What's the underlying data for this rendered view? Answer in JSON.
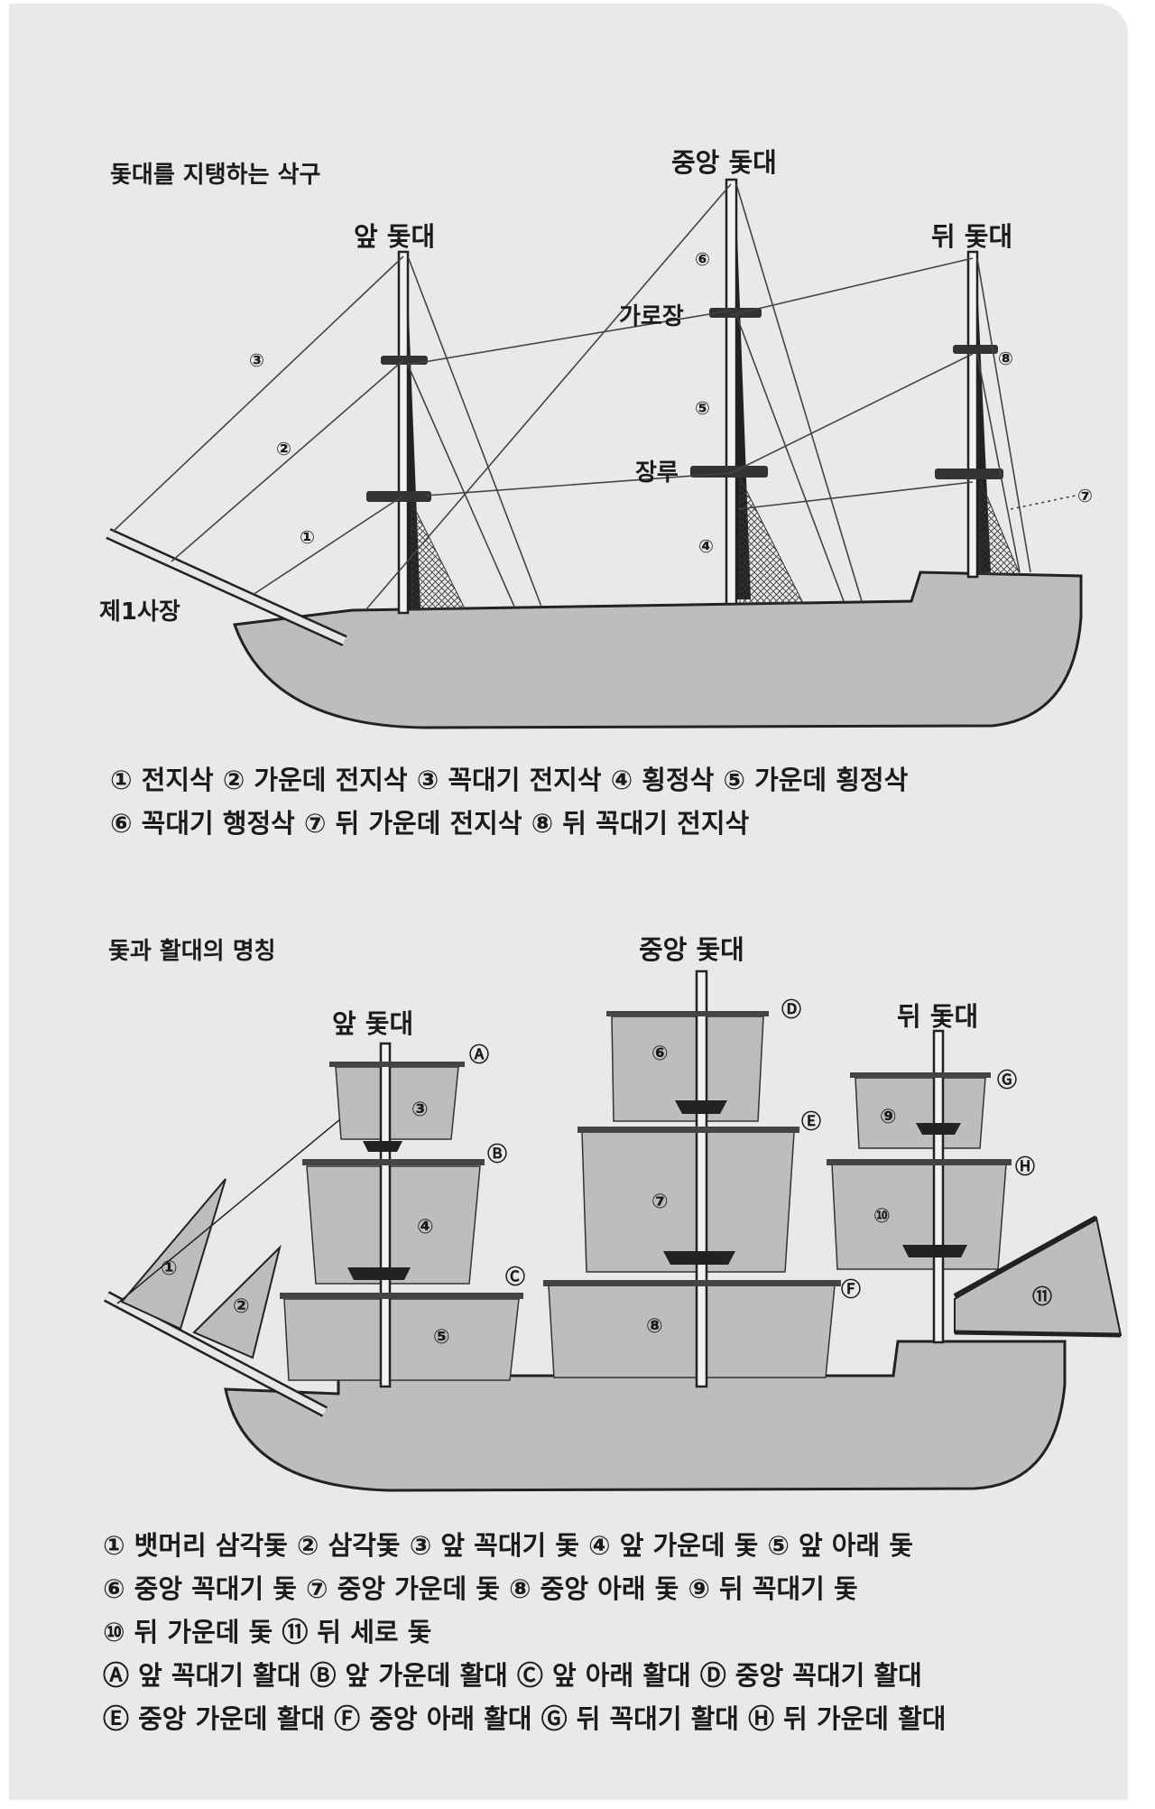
{
  "rigging": {
    "title": "돛대를 지탱하는 삭구",
    "masts": {
      "front": "앞 돛대",
      "center": "중앙 돛대",
      "rear": "뒤 돛대"
    },
    "parts": {
      "yard": "가로장",
      "top": "장루",
      "bowsprit": "제1사장"
    },
    "numbers": [
      "①",
      "②",
      "③",
      "④",
      "⑤",
      "⑥",
      "⑦",
      "⑧"
    ],
    "legend": [
      "① 전지삭 ② 가운데 전지삭 ③ 꼭대기 전지삭 ④ 횡정삭 ⑤ 가운데 횡정삭",
      "⑥ 꼭대기 행정삭 ⑦ 뒤 가운데 전지삭 ⑧ 뒤 꼭대기 전지삭"
    ]
  },
  "sails": {
    "title": "돛과 활대의 명칭",
    "masts": {
      "front": "앞 돛대",
      "center": "중앙 돛대",
      "rear": "뒤 돛대"
    },
    "sail_numbers": [
      "①",
      "②",
      "③",
      "④",
      "⑤",
      "⑥",
      "⑦",
      "⑧",
      "⑨",
      "⑩",
      "⑪"
    ],
    "yard_letters": [
      "Ⓐ",
      "Ⓑ",
      "Ⓒ",
      "Ⓓ",
      "Ⓔ",
      "Ⓕ",
      "Ⓖ",
      "Ⓗ"
    ],
    "legend": [
      "① 뱃머리 삼각돛 ② 삼각돛 ③ 앞 꼭대기 돛 ④ 앞 가운데 돛 ⑤ 앞 아래 돛",
      "⑥ 중앙 꼭대기 돛 ⑦ 중앙 가운데 돛 ⑧ 중앙 아래 돛 ⑨ 뒤 꼭대기 돛",
      "⑩ 뒤 가운데 돛 ⑪ 뒤 세로 돛",
      "Ⓐ 앞 꼭대기 활대 Ⓑ 앞 가운데 활대 Ⓒ 앞 아래 활대 Ⓓ 중앙 꼭대기 활대",
      "Ⓔ 중앙 가운데 활대 Ⓕ 중앙 아래 활대 Ⓖ 뒤 꼭대기 활대 Ⓗ 뒤 가운데 활대"
    ]
  }
}
